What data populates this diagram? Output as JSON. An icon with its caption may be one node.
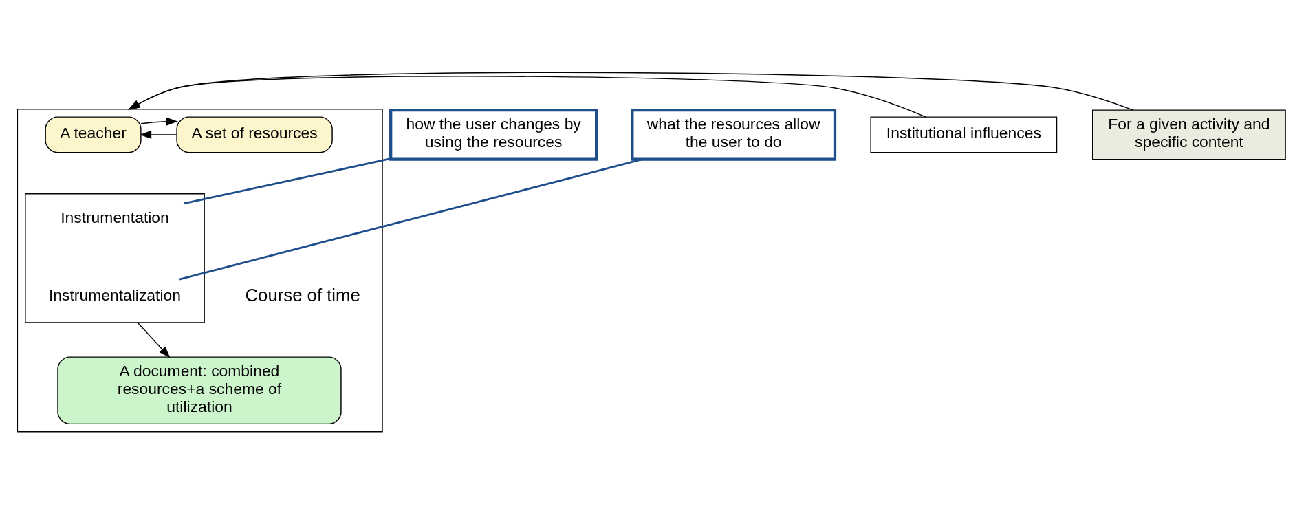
{
  "diagram": {
    "nodes": [
      {
        "text": [],
        "shape": "box"
      },
      {
        "text": [
          "A teacher"
        ],
        "in": 0
      },
      {
        "text": [
          "A set of resources"
        ],
        "in": 0
      },
      {
        "text": [],
        "shape": "box",
        "in": 0
      },
      {
        "text": [
          "Instrumentation"
        ],
        "in": 3
      },
      {
        "text": [
          "Instrumentalization"
        ],
        "in": 3
      },
      {
        "text": [
          "A document: combined resources+a scheme of utilization"
        ],
        "in": 0
      },
      {
        "text": [
          "Institutional influences"
        ]
      },
      {
        "text": [
          "For a given activity and specific content"
        ]
      },
      {
        "text": [
          "how the user changes by using the resources"
        ]
      },
      {
        "text": [
          "what the resources allow the user to do"
        ]
      }
    ],
    "edges": [
      {
        "from": 2,
        "to": 1,
        "arrow": "to"
      },
      {
        "from": 1,
        "to": 2,
        "arrow": "to"
      },
      {
        "from": 3,
        "to": 6,
        "arrow": "to"
      },
      {
        "from": 7,
        "to": 0,
        "arrow": "to"
      },
      {
        "from": 8,
        "to": 0,
        "arrow": "to"
      },
      {
        "from": 9,
        "to": 4,
        "arrow": "none",
        "color": "#1f4e8c"
      },
      {
        "from": 10,
        "to": 5,
        "arrow": "none",
        "color": "#1f4e8c"
      }
    ],
    "labels": [
      "Course of time"
    ]
  }
}
